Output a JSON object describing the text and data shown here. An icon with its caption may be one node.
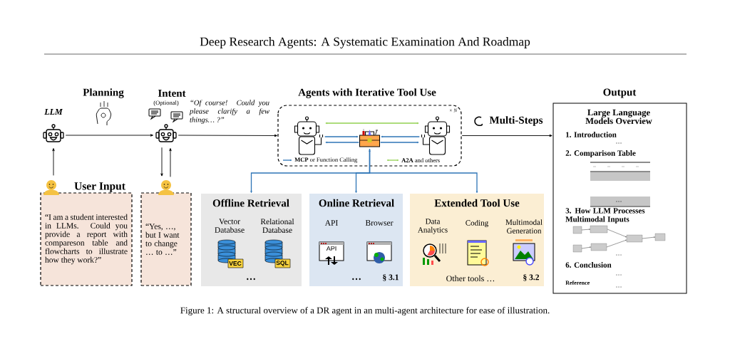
{
  "diagram": {
    "title": "Deep Research Agents: A Systematic Examination And Roadmap",
    "caption": "Figure 1: A structural overview of a DR agent in an multi-agent architecture for ease of illustration.",
    "nodes": [
      {
        "text": [
          "LLM"
        ]
      },
      {
        "text": [
          "Intent",
          "(Optional)"
        ],
        "beside": [
          "“Of course! Could you please clarify a few things… ?”"
        ]
      },
      {
        "text": [
          "User Input",
          "“I am a student interested in LLMs. Could you provide a report with compareson table and flowcharts to illustrate how they work?”"
        ]
      },
      {
        "text": [
          "“Yes, …, but I want to change … to …”"
        ]
      },
      {
        "text": [
          "Agents with Iterative Tool Use"
        ]
      },
      {
        "text": [],
        "shape": "picture",
        "in": 4
      },
      {
        "text": [],
        "shape": "picture",
        "in": 4
      },
      {
        "text": [],
        "shape": "picture",
        "in": 4,
        "beside": [
          "× N"
        ]
      },
      {
        "text": [
          "Offline Retrieval",
          "Vector Database",
          "Relational Database",
          "VEC",
          "SQL",
          "…"
        ]
      },
      {
        "text": [
          "Online Retrieval",
          "API",
          "Browser",
          "API",
          "…",
          "§ 3.1"
        ]
      },
      {
        "text": [
          "Extended Tool Use",
          "Data Analytics",
          "Coding",
          "Multimodal Generation",
          "Other tools …",
          "§ 3.2"
        ]
      },
      {
        "text": [
          "Output",
          "Large Language Models Overview",
          "1. Introduction",
          "…",
          "2. Comparison Table",
          "…",
          "3. How LLM Processes Multimodal Inputs",
          "…",
          "6. Conclusion",
          "…",
          "Reference",
          "…"
        ]
      }
    ],
    "edges": [
      {
        "from": 0,
        "to": 1,
        "arrow": "to",
        "label": "Planning",
        "color": "#000000"
      },
      {
        "from": 2,
        "to": 0,
        "arrow": "to",
        "color": "#000000"
      },
      {
        "from": 1,
        "to": 3,
        "arrow": "to",
        "color": "#000000"
      },
      {
        "from": 3,
        "to": 1,
        "arrow": "to",
        "color": "#000000"
      },
      {
        "from": 1,
        "to": 4,
        "arrow": "to",
        "color": "#000000"
      },
      {
        "from": 4,
        "to": 11,
        "arrow": "to",
        "label": "Multi-Steps",
        "color": "#000000"
      },
      {
        "from": 5,
        "to": 6,
        "arrow": "to",
        "color": "#2e75b6"
      },
      {
        "from": 6,
        "to": 5,
        "arrow": "to",
        "color": "#2e75b6"
      },
      {
        "from": 7,
        "to": 6,
        "arrow": "to",
        "color": "#2e75b6"
      },
      {
        "from": 6,
        "to": 7,
        "arrow": "to",
        "color": "#2e75b6"
      },
      {
        "from": 5,
        "to": 7,
        "arrow": "both",
        "color": "#92d050"
      },
      {
        "from": 6,
        "to": 8,
        "arrow": "both",
        "color": "#2e75b6"
      },
      {
        "from": 6,
        "to": 9,
        "arrow": "to",
        "color": "#2e75b6"
      },
      {
        "from": 6,
        "to": 10,
        "arrow": "to",
        "color": "#2e75b6"
      }
    ],
    "legend": [
      {
        "text": "**MCP** or Function Calling"
      },
      {
        "text": "**A2A** and others"
      }
    ]
  }
}
